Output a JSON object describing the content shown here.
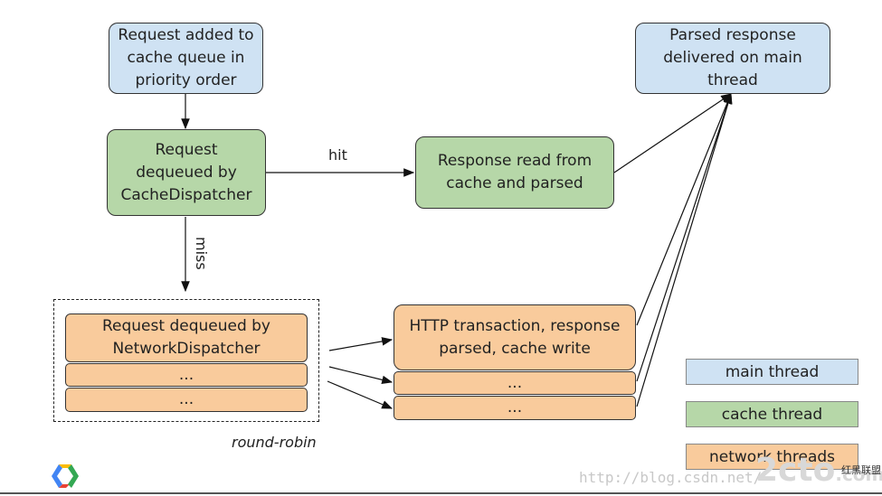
{
  "nodes": {
    "request_added": "Request added to\ncache queue in\npriority order",
    "cache_dispatcher": "Request\ndequeued by\nCacheDispatcher",
    "response_read": "Response read from\ncache and parsed",
    "parsed_response": "Parsed response\ndelivered on main\nthread",
    "network_dispatcher": "Request dequeued by\nNetworkDispatcher",
    "network_dots_1": "...",
    "network_dots_2": "...",
    "http_transaction": "HTTP transaction, response\nparsed, cache write",
    "http_dots_1": "...",
    "http_dots_2": "..."
  },
  "edge_labels": {
    "hit": "hit",
    "miss": "miss"
  },
  "group_label": "round-robin",
  "legend": {
    "main": "main thread",
    "cache": "cache thread",
    "network": "network threads"
  },
  "watermark": {
    "url": "http://blog.csdn.net/",
    "site": "2cto",
    "site_suffix": ".com",
    "tag": "红黑联盟"
  },
  "colors": {
    "main_thread": "#cfe2f3",
    "cache_thread": "#b6d7a8",
    "network_thread": "#f9cb9c"
  }
}
